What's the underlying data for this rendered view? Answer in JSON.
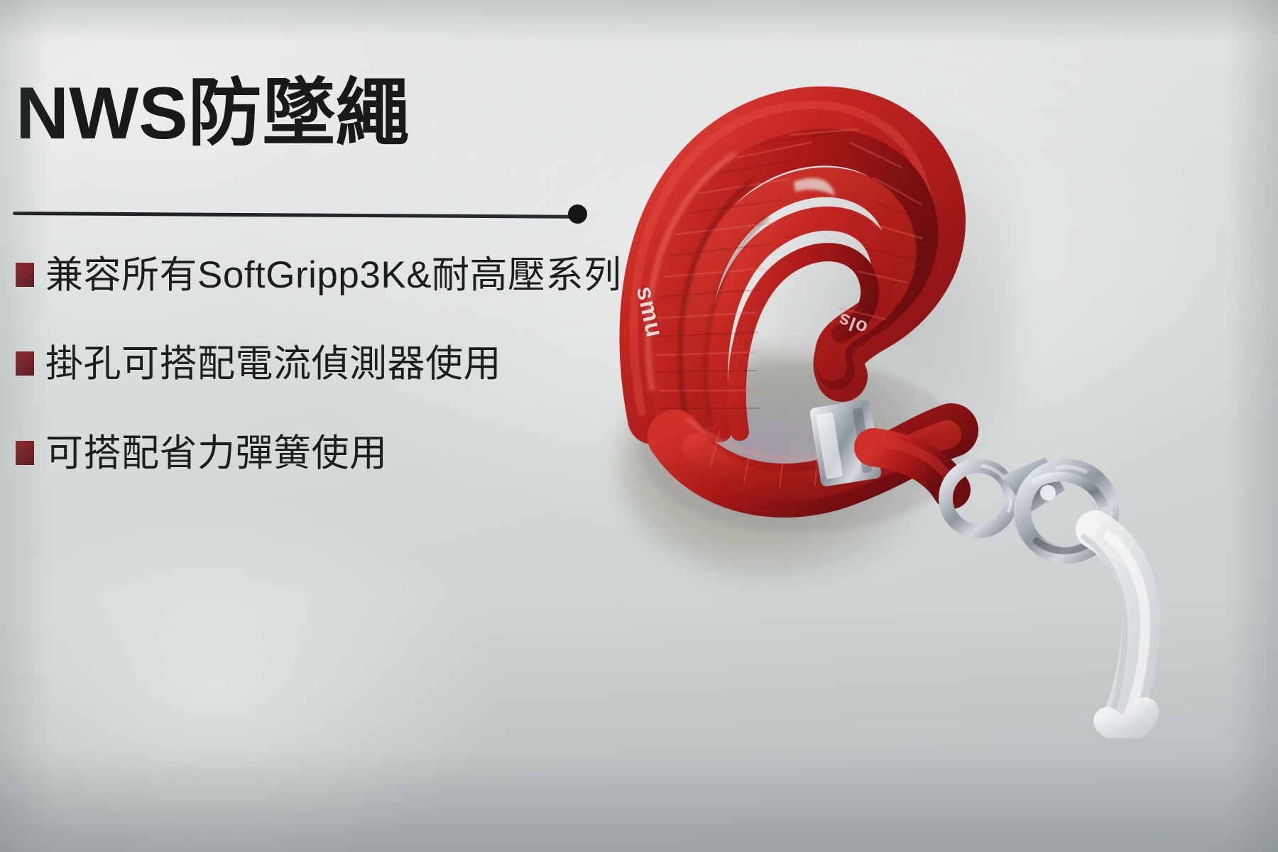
{
  "slide": {
    "title": "NWS防墜繩",
    "bullets": [
      {
        "text": "兼容所有SoftGripp3K&耐高壓系列"
      },
      {
        "text": "掛孔可搭配電流偵測器使用"
      },
      {
        "text": "可搭配省力彈簧使用"
      }
    ],
    "product": {
      "alt_name": "紅色防墜繩",
      "strap_brand_text": "smu",
      "strap_brand_text_secondary": "ols"
    },
    "colors": {
      "background": "#d9dcdc",
      "title_text": "#17191a",
      "bullet_marker": "#7a1b21",
      "body_text": "#1b1d1f",
      "leader_line": "#1d1f20",
      "strap_red": "#b5201e",
      "strap_red_dark": "#6d0f10",
      "strap_red_light": "#e0423a",
      "metal": "#c8cdd2"
    }
  }
}
